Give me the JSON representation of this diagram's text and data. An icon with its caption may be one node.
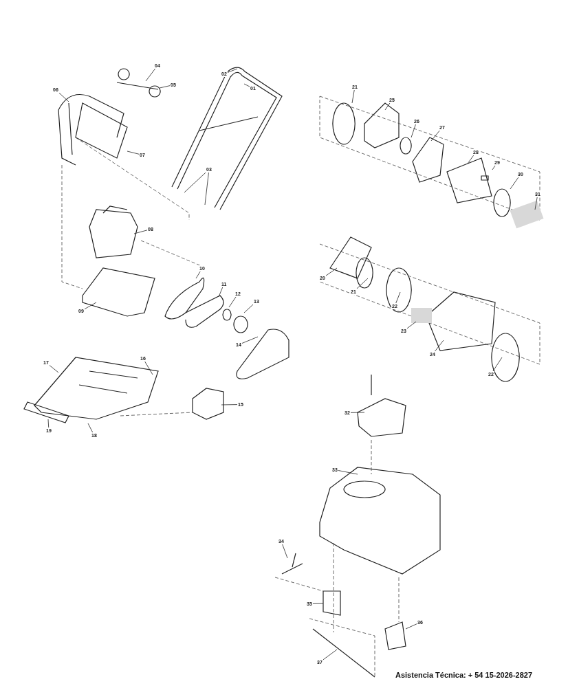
{
  "diagram": {
    "nodes": [
      {
        "text": [
          "01"
        ]
      },
      {
        "text": [
          "02"
        ]
      },
      {
        "text": [
          "03"
        ]
      },
      {
        "text": [
          "04"
        ]
      },
      {
        "text": [
          "05"
        ]
      },
      {
        "text": [
          "06"
        ]
      },
      {
        "text": [
          "07"
        ]
      },
      {
        "text": [
          "08"
        ]
      },
      {
        "text": [
          "09"
        ]
      },
      {
        "text": [
          "10"
        ]
      },
      {
        "text": [
          "11"
        ]
      },
      {
        "text": [
          "12"
        ]
      },
      {
        "text": [
          "13"
        ]
      },
      {
        "text": [
          "14"
        ]
      },
      {
        "text": [
          "15"
        ]
      },
      {
        "text": [
          "16"
        ]
      },
      {
        "text": [
          "17"
        ]
      },
      {
        "text": [
          "18"
        ]
      },
      {
        "text": [
          "19"
        ]
      },
      {
        "text": [
          "20"
        ]
      },
      {
        "text": [
          "21"
        ]
      },
      {
        "text": [
          "21"
        ]
      },
      {
        "text": [
          "22"
        ]
      },
      {
        "text": [
          "22"
        ]
      },
      {
        "text": [
          "23"
        ]
      },
      {
        "text": [
          "24"
        ]
      },
      {
        "text": [
          "25"
        ]
      },
      {
        "text": [
          "26"
        ]
      },
      {
        "text": [
          "27"
        ]
      },
      {
        "text": [
          "28"
        ]
      },
      {
        "text": [
          "29"
        ]
      },
      {
        "text": [
          "30"
        ]
      },
      {
        "text": [
          "31"
        ]
      },
      {
        "text": [
          "32"
        ]
      },
      {
        "text": [
          "33"
        ]
      },
      {
        "text": [
          "34"
        ]
      },
      {
        "text": [
          "35"
        ]
      },
      {
        "text": [
          "36"
        ]
      },
      {
        "text": [
          "37"
        ]
      }
    ],
    "edges": [
      {
        "from": 0,
        "to": null,
        "arrow": "none"
      },
      {
        "from": 1,
        "to": null,
        "arrow": "none"
      },
      {
        "from": 2,
        "to": null,
        "arrow": "none"
      },
      {
        "from": 2,
        "to": null,
        "arrow": "none"
      },
      {
        "from": 3,
        "to": null,
        "arrow": "none"
      },
      {
        "from": 4,
        "to": null,
        "arrow": "none"
      },
      {
        "from": 5,
        "to": null,
        "arrow": "none"
      },
      {
        "from": 6,
        "to": null,
        "arrow": "none"
      },
      {
        "from": 7,
        "to": null,
        "arrow": "none"
      },
      {
        "from": 8,
        "to": null,
        "arrow": "none"
      },
      {
        "from": 9,
        "to": null,
        "arrow": "none"
      },
      {
        "from": 10,
        "to": null,
        "arrow": "none"
      },
      {
        "from": 11,
        "to": null,
        "arrow": "none"
      },
      {
        "from": 12,
        "to": null,
        "arrow": "none"
      },
      {
        "from": 13,
        "to": null,
        "arrow": "none"
      },
      {
        "from": 14,
        "to": null,
        "arrow": "none"
      },
      {
        "from": 15,
        "to": null,
        "arrow": "none"
      },
      {
        "from": 16,
        "to": null,
        "arrow": "none"
      },
      {
        "from": 17,
        "to": null,
        "arrow": "none"
      },
      {
        "from": 18,
        "to": null,
        "arrow": "none"
      },
      {
        "from": 19,
        "to": null,
        "arrow": "none"
      },
      {
        "from": 20,
        "to": null,
        "arrow": "none"
      },
      {
        "from": 21,
        "to": null,
        "arrow": "none"
      },
      {
        "from": 22,
        "to": null,
        "arrow": "none"
      },
      {
        "from": 23,
        "to": null,
        "arrow": "none"
      },
      {
        "from": 24,
        "to": null,
        "arrow": "none"
      },
      {
        "from": 25,
        "to": null,
        "arrow": "none"
      },
      {
        "from": 26,
        "to": null,
        "arrow": "none"
      },
      {
        "from": 27,
        "to": null,
        "arrow": "none"
      },
      {
        "from": 28,
        "to": null,
        "arrow": "none"
      },
      {
        "from": 29,
        "to": null,
        "arrow": "none"
      },
      {
        "from": 30,
        "to": null,
        "arrow": "none"
      },
      {
        "from": 31,
        "to": null,
        "arrow": "none"
      },
      {
        "from": 32,
        "to": null,
        "arrow": "none"
      },
      {
        "from": 33,
        "to": null,
        "arrow": "none"
      },
      {
        "from": 34,
        "to": null,
        "arrow": "none"
      },
      {
        "from": 35,
        "to": null,
        "arrow": "none"
      },
      {
        "from": 36,
        "to": null,
        "arrow": "none"
      },
      {
        "from": 37,
        "to": null,
        "arrow": "none"
      },
      {
        "from": 38,
        "to": null,
        "arrow": "none"
      }
    ],
    "labels": [
      "Asistencia Técnica: + 54 15-2026-2827"
    ]
  }
}
